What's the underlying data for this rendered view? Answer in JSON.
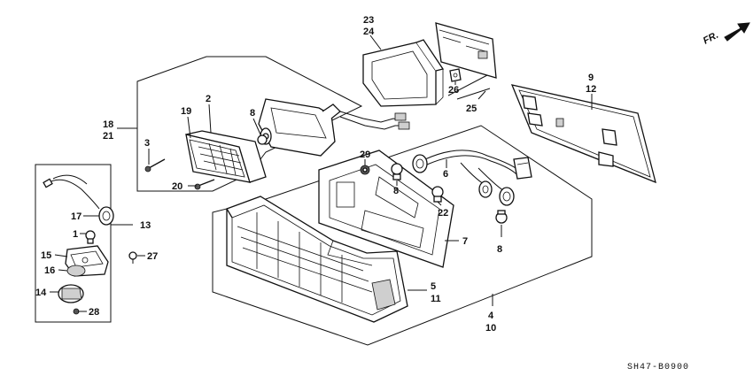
{
  "diagram": {
    "code": "SH47-B0900",
    "direction_label": "FR.",
    "callouts": {
      "c1": "1",
      "c2": "2",
      "c3": "3",
      "c4": "4",
      "c5": "5",
      "c6": "6",
      "c7": "7",
      "c8a": "8",
      "c8b": "8",
      "c8c": "8",
      "c9": "9",
      "c10": "10",
      "c11": "11",
      "c12": "12",
      "c13": "13",
      "c14": "14",
      "c15": "15",
      "c16": "16",
      "c17": "17",
      "c18": "18",
      "c19": "19",
      "c20": "20",
      "c21": "21",
      "c22": "22",
      "c23": "23",
      "c24": "24",
      "c25": "25",
      "c26": "26",
      "c27": "27",
      "c28": "28",
      "c29": "29"
    }
  }
}
